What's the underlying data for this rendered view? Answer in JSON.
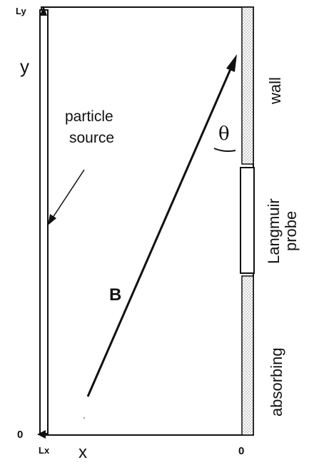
{
  "labels": {
    "ly": "Ly",
    "y": "y",
    "zero_y": "0",
    "lx": "Lx",
    "x": "x",
    "zero_x": "0",
    "particle": "particle",
    "source": "source",
    "theta": "θ",
    "b_field": "B",
    "wall": "wall",
    "langmuir": "Langmuir",
    "probe": "probe",
    "absorbing": "absorbing"
  },
  "colors": {
    "ink": "#111111",
    "hatch": "#cfcfcf"
  }
}
